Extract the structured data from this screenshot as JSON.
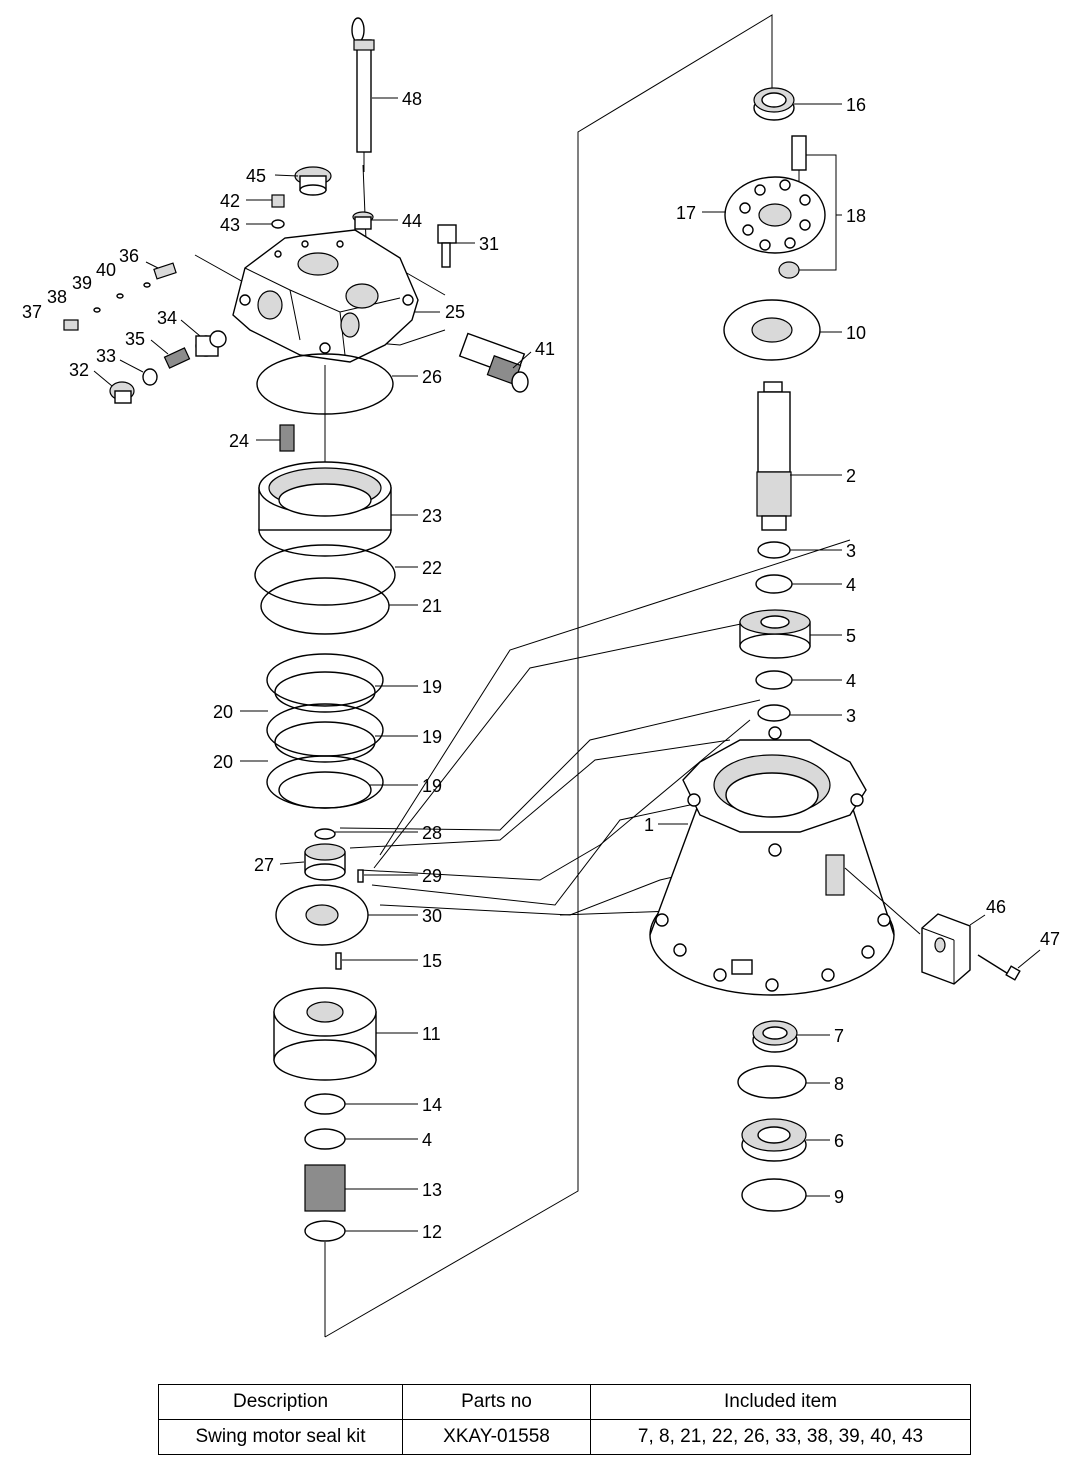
{
  "callouts": [
    "48",
    "45",
    "42",
    "43",
    "44",
    "31",
    "36",
    "40",
    "39",
    "38",
    "37",
    "25",
    "34",
    "35",
    "33",
    "32",
    "41",
    "26",
    "24",
    "23",
    "22",
    "21",
    "19",
    "20",
    "28",
    "27",
    "29",
    "30",
    "15",
    "11",
    "14",
    "4",
    "13",
    "12",
    "16",
    "17",
    "18",
    "10",
    "2",
    "3",
    "5",
    "1",
    "46",
    "47",
    "7",
    "8",
    "6",
    "9"
  ],
  "table": {
    "headers": [
      "Description",
      "Parts no",
      "Included item"
    ],
    "row": {
      "description": "Swing motor seal kit",
      "parts_no": "XKAY-01558",
      "included": "7, 8, 21, 22, 26, 33, 38, 39, 40, 43"
    }
  }
}
